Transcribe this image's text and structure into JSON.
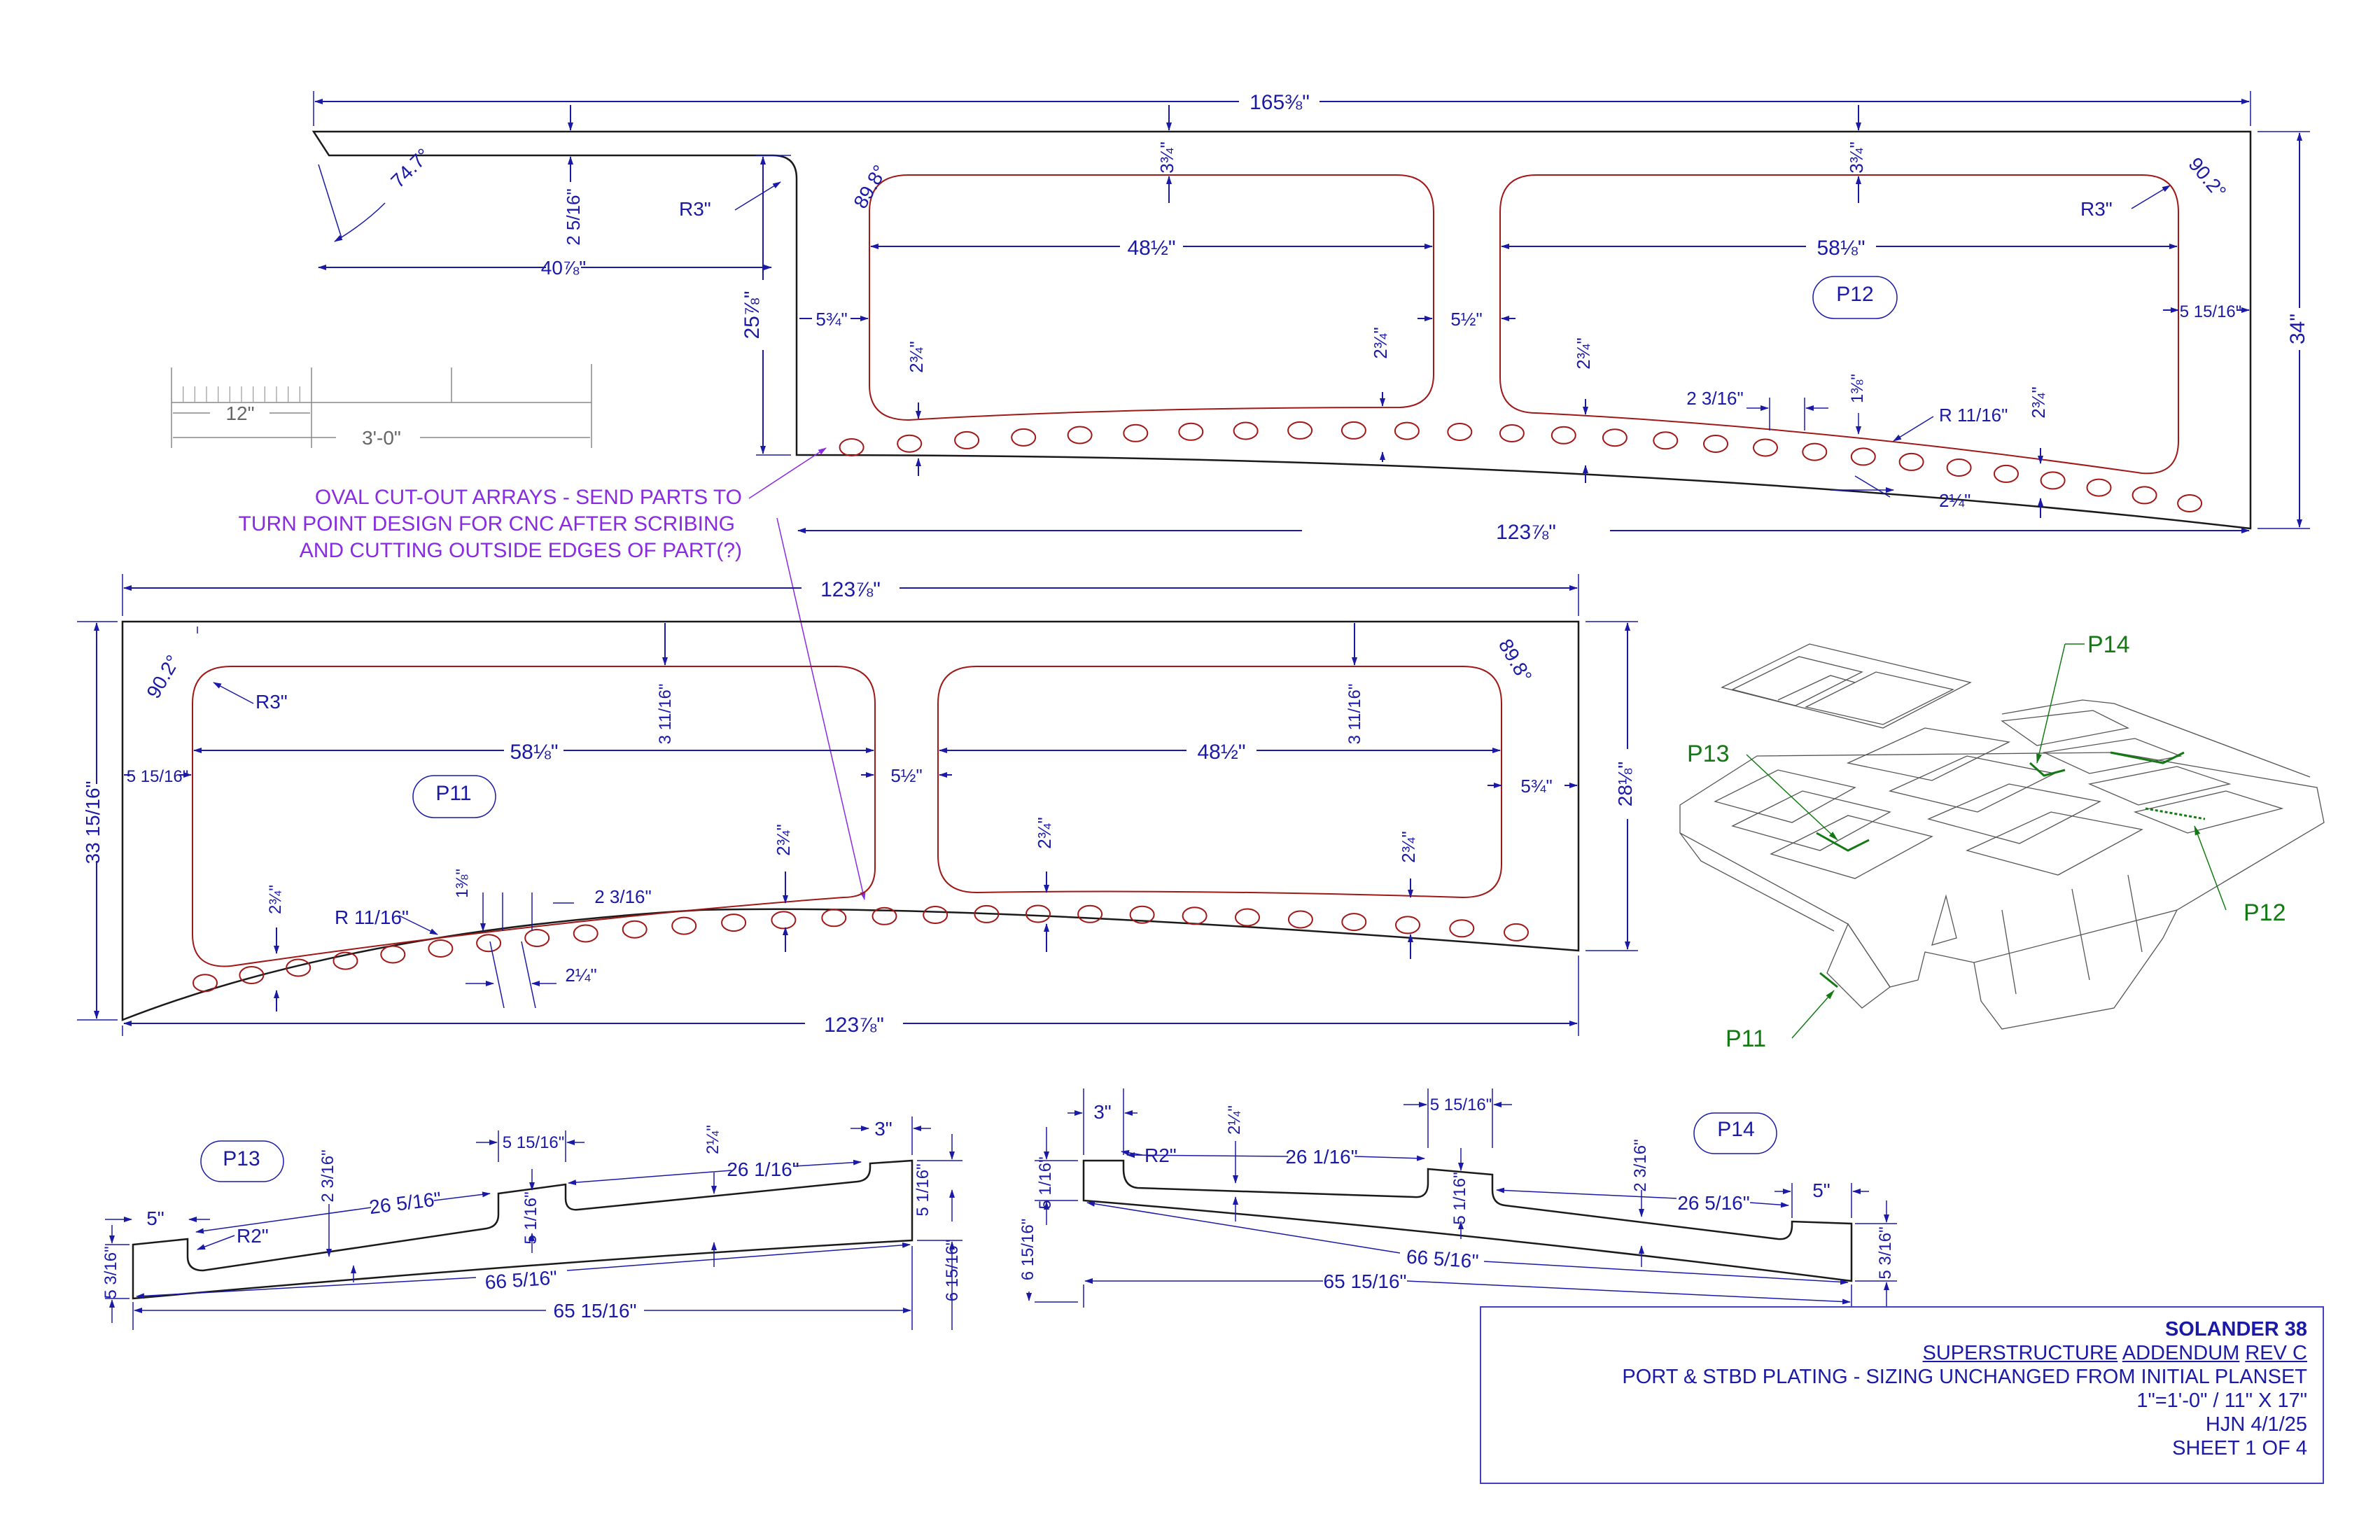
{
  "colors": {
    "dimension": "#1a1aa6",
    "cutout": "#a01818",
    "outline": "#1a1a1a",
    "note": "#8a2be2",
    "callout": "#137a13"
  },
  "scale_bar": {
    "small_label": "12\"",
    "large_label": "3'-0\""
  },
  "note": {
    "line1": "OVAL CUT-OUT ARRAYS - SEND PARTS TO",
    "line2": "TURN POINT DESIGN FOR CNC AFTER SCRIBING",
    "line3": "AND CUTTING OUTSIDE EDGES OF PART(?)"
  },
  "parts": {
    "p12": {
      "label": "P12",
      "overall_length": "165⅜\"",
      "bottom_length": "123⅞\"",
      "height": "34\"",
      "left_height": "25⅞\"",
      "angle_left": "74.7°",
      "angle_mid": "89.8°",
      "angle_right": "90.2°",
      "radius_a": "R3\"",
      "radius_b": "R3\"",
      "step_width": "40⅞\"",
      "step_height": "2 5/16\"",
      "top_margin_a": "3¾\"",
      "top_margin_b": "3¾\"",
      "left_margin": "5¾\"",
      "mid_gap": "5½\"",
      "right_margin": "5 15/16\"",
      "opening_a": "48½\"",
      "opening_b": "58⅛\"",
      "bottom_margin_a": "2¾\"",
      "bottom_margin_b": "2¾\"",
      "bottom_margin_c": "2¾\"",
      "bottom_margin_d": "2¾\"",
      "oval_pitch": "2 3/16\"",
      "oval_length": "1⅜\"",
      "oval_radius": "R 11/16\"",
      "oval_offset": "2¼\""
    },
    "p11": {
      "label": "P11",
      "top_length": "123⅞\"",
      "bottom_length": "123⅞\"",
      "left_height": "33 15/16\"",
      "right_height": "28⅛\"",
      "angle_left": "90.2°",
      "angle_right": "89.8°",
      "radius": "R3\"",
      "top_margin_a": "3 11/16\"",
      "top_margin_b": "3 11/16\"",
      "left_margin": "5 15/16\"",
      "mid_gap": "5½\"",
      "right_margin": "5¾\"",
      "opening_a": "58⅛\"",
      "opening_b": "48½\"",
      "bottom_margin_a": "2¾\"",
      "bottom_margin_b": "2¾\"",
      "bottom_margin_c": "2¾\"",
      "bottom_margin_d": "2¾\"",
      "oval_radius": "R 11/16\"",
      "oval_length": "1⅜\"",
      "oval_pitch": "2 3/16\"",
      "oval_offset": "2¼\""
    },
    "p13": {
      "label": "P13",
      "end_a": "5\"",
      "radius": "R2\"",
      "depth_a": "2 3/16\"",
      "slot_a": "26 5/16\"",
      "gap_width": "5 15/16\"",
      "gap_depth": "5 1/16\"",
      "depth_b": "2¼\"",
      "slot_b": "26 1/16\"",
      "end_b": "3\"",
      "left_height": "5 3/16\"",
      "right_top": "5 1/16\"",
      "right_height": "6 15/16\"",
      "length_top": "66 5/16\"",
      "length_bottom": "65 15/16\""
    },
    "p14": {
      "label": "P14",
      "end_a": "3\"",
      "radius": "R2\"",
      "depth_a": "2¼\"",
      "slot_a": "26 1/16\"",
      "gap_width": "5 15/16\"",
      "gap_depth": "5 1/16\"",
      "depth_b": "2 3/16\"",
      "slot_b": "26 5/16\"",
      "end_b": "5\"",
      "left_top": "5 1/16\"",
      "left_height": "6 15/16\"",
      "right_height": "5 3/16\"",
      "length_top": "66 5/16\"",
      "length_bottom": "65 15/16\""
    }
  },
  "iso_callouts": {
    "p14": "P14",
    "p13": "P13",
    "p12": "P12",
    "p11": "P11"
  },
  "title_block": {
    "project": "SOLANDER 38",
    "title_word1": "SUPERSTRUCTURE",
    "title_word2": "ADDENDUM",
    "title_word3": "REV C",
    "description": "PORT & STBD PLATING - SIZING UNCHANGED FROM INITIAL PLANSET",
    "scale": "1\"=1'-0\" / 11\" X 17\"",
    "author_date": "HJN 4/1/25",
    "sheet": "SHEET 1 OF 4"
  }
}
